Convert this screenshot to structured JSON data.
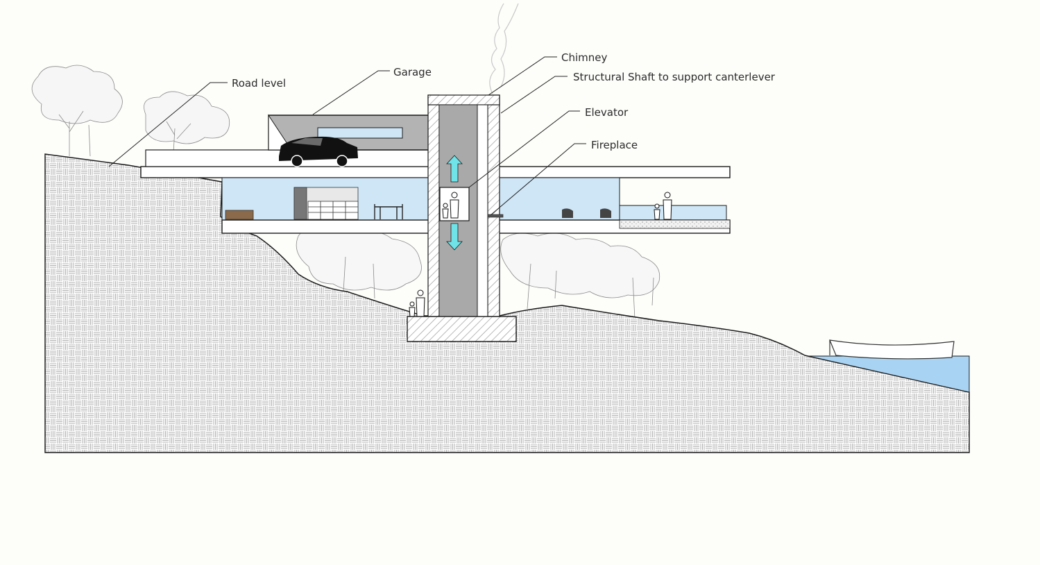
{
  "diagram": {
    "callouts": [
      {
        "id": "road-level",
        "label": "Road level"
      },
      {
        "id": "garage",
        "label": "Garage"
      },
      {
        "id": "chimney",
        "label": "Chimney"
      },
      {
        "id": "structural-shaft",
        "label": "Structural Shaft to support canterlever"
      },
      {
        "id": "elevator",
        "label": "Elevator"
      },
      {
        "id": "fireplace",
        "label": "Fireplace"
      }
    ],
    "colors": {
      "background": "#fdfdfa",
      "glass": "#cfe6f7",
      "water": "#a9d3f2",
      "concrete": "#a9a9a9",
      "elevator_arrow": "#6fe3e8",
      "outline": "#1a1a1a"
    },
    "icons": [
      "car-icon",
      "person-icon",
      "boat-icon",
      "tree-icon",
      "smoke-icon",
      "elevator-arrow-icon"
    ]
  }
}
